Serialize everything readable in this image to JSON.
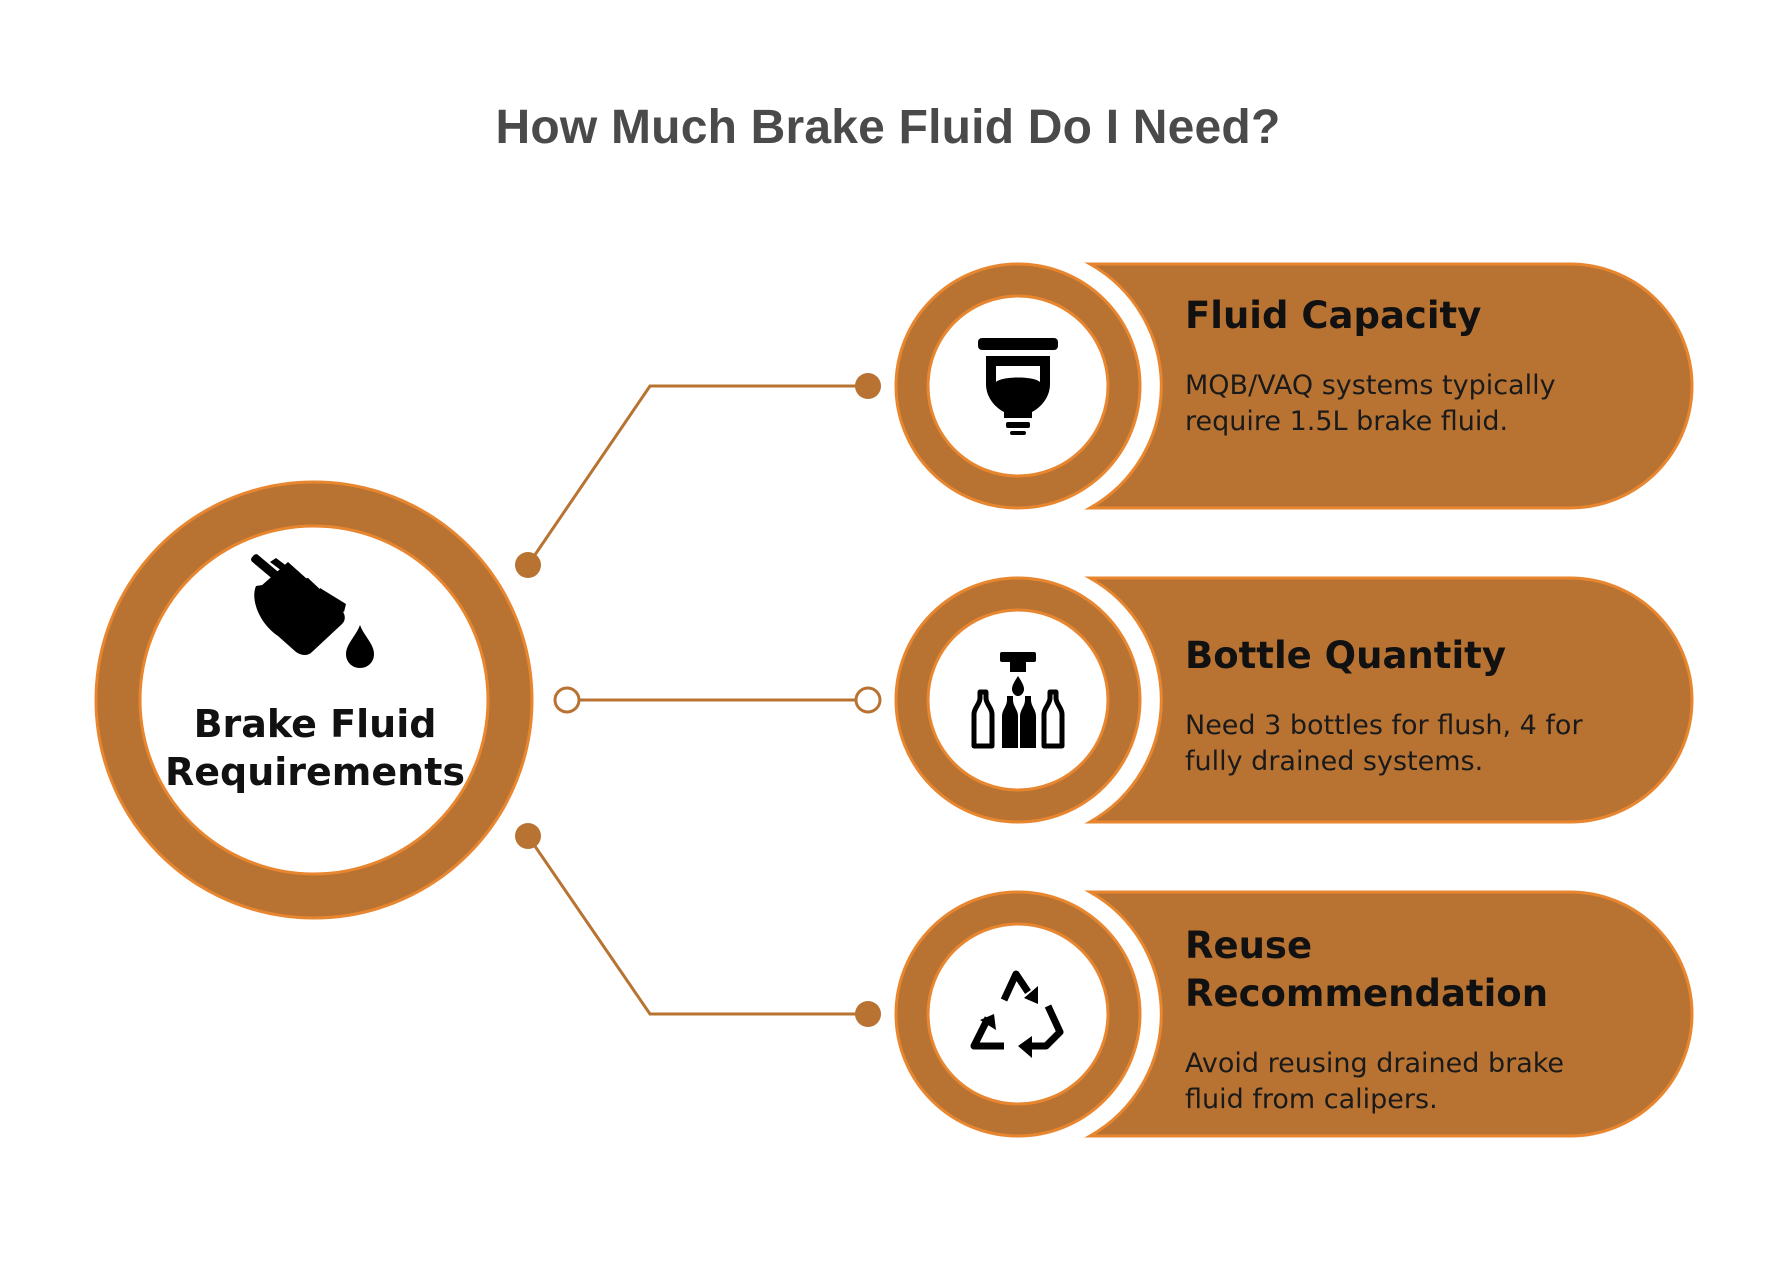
{
  "title": "How Much Brake Fluid Do I Need?",
  "center": {
    "label": "Brake Fluid Requirements",
    "icon": "oil-can-pouring-icon"
  },
  "colors": {
    "primary": "#B87333",
    "ring": "#B87333",
    "outline": "#E8862F",
    "title": "#4A4A4A",
    "text": "#111111"
  },
  "items": [
    {
      "title": "Fluid Capacity",
      "description": "MQB/VAQ systems typically require 1.5L brake fluid.",
      "icon": "brake-reservoir-icon"
    },
    {
      "title": "Bottle Quantity",
      "description": "Need 3 bottles for flush, 4 for fully drained systems.",
      "icon": "bottles-filling-icon"
    },
    {
      "title": "Reuse Recommendation",
      "description": "Avoid reusing drained brake fluid from calipers.",
      "icon": "recycle-icon"
    }
  ]
}
